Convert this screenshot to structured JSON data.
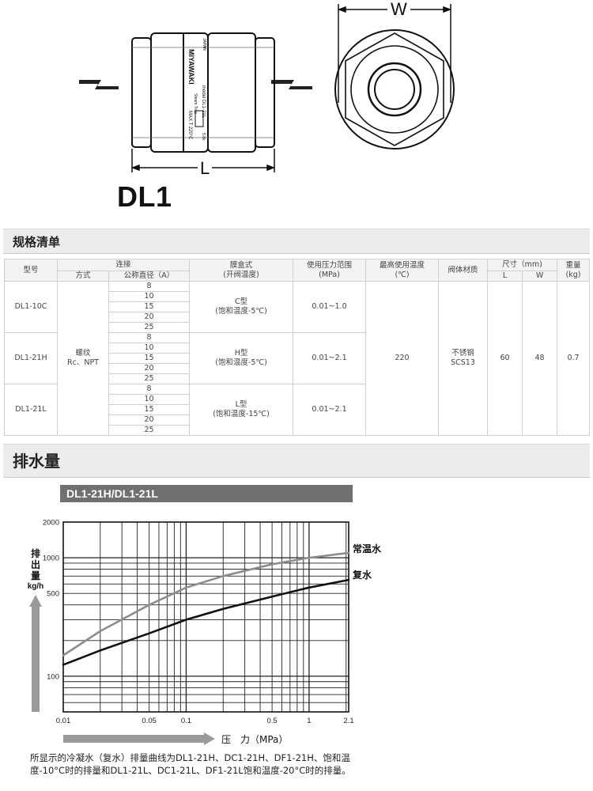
{
  "drawing": {
    "model_title": "DL1",
    "dim_length_label": "L",
    "dim_width_label": "W",
    "body_texts": [
      "MIYAWAKI",
      "JAPAN",
      "Steam Trap",
      "model DL1-21L",
      "MAX T 220°C",
      "5.8k"
    ]
  },
  "spec_section": {
    "title": "规格清单",
    "headers": {
      "model": "型号",
      "connection": "连接",
      "connection_method": "方式",
      "connection_size": "公称直径（A）",
      "bellows": "膜盒式",
      "bellows_sub": "(开阀温度)",
      "pressure_range": "使用压力范围",
      "pressure_unit": "(MPa)",
      "max_temp": "最高使用温度",
      "max_temp_unit": "(℃)",
      "material": "阀体材质",
      "dimension": "尺寸（mm)",
      "dim_L": "L",
      "dim_W": "W",
      "weight": "重量",
      "weight_unit": "(kg)"
    },
    "method": "螺纹",
    "method_sub": "Rc、NPT",
    "max_temp_value": "220",
    "material_value": "不锈钢",
    "material_sub": "SCS13",
    "L_value": "60",
    "W_value": "48",
    "weight_value": "0.7",
    "rows": [
      {
        "model": "DL1-10C",
        "sizes": [
          "8",
          "10",
          "15",
          "20",
          "25"
        ],
        "bellows": "C型",
        "bellows_sub": "(饱和温度-5℃)",
        "pressure": "0.01~1.0"
      },
      {
        "model": "DL1-21H",
        "sizes": [
          "8",
          "10",
          "15",
          "20",
          "25"
        ],
        "bellows": "H型",
        "bellows_sub": "(饱和温度-5℃)",
        "pressure": "0.01~2.1"
      },
      {
        "model": "DL1-21L",
        "sizes": [
          "8",
          "10",
          "15",
          "20",
          "25"
        ],
        "bellows": "L型",
        "bellows_sub": "(饱和温度-15℃)",
        "pressure": "0.01~2.1"
      }
    ]
  },
  "flow_section": {
    "title": "排水量",
    "banner": "DL1-21H/DL1-21L",
    "caption": "所显示的冷凝水（复水）排量曲线为DL1-21H、DC1-21H、DF1-21H、饱和温度-10°C时的排量和DL1-21L、DC1-21L、DF1-21L饱和温度-20°C时的排量。"
  },
  "chart_data": {
    "type": "line",
    "x_scale": "log",
    "y_scale": "log",
    "xlim": [
      0.01,
      2.1
    ],
    "ylim": [
      50,
      2000
    ],
    "x_ticks": [
      "0.01",
      "0.05",
      "0.1",
      "0.5",
      "1",
      "2.1"
    ],
    "y_ticks": [
      "100",
      "500",
      "1000",
      "2000"
    ],
    "xlabel": "压　力（MPa）",
    "ylabel": [
      "排",
      "出",
      "量",
      "kg/h"
    ],
    "grid": true,
    "colors": {
      "series_normal": "#8c8c8c",
      "series_return": "#111111",
      "arrow": "#9a9a9a"
    },
    "series": [
      {
        "name": "常温水",
        "x": [
          0.01,
          0.02,
          0.05,
          0.1,
          0.2,
          0.5,
          1.0,
          2.1
        ],
        "y": [
          150,
          240,
          400,
          560,
          700,
          880,
          1000,
          1100
        ]
      },
      {
        "name": "复水",
        "x": [
          0.01,
          0.02,
          0.05,
          0.1,
          0.2,
          0.5,
          1.0,
          2.1
        ],
        "y": [
          125,
          165,
          230,
          300,
          370,
          470,
          560,
          650
        ]
      }
    ]
  }
}
